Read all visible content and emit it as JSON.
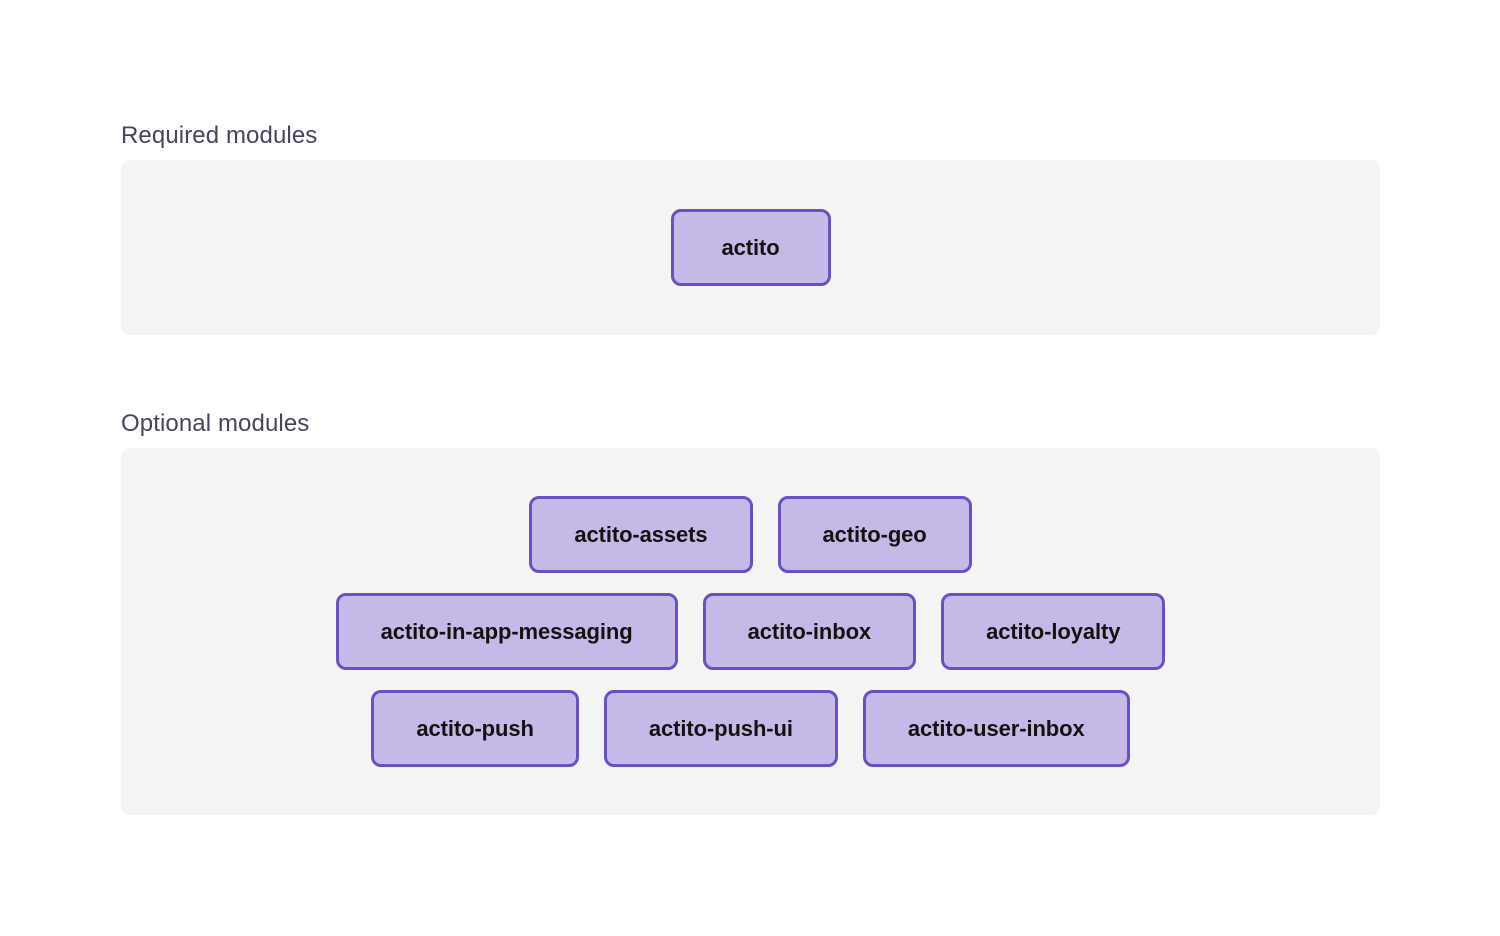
{
  "sections": [
    {
      "id": "required-modules",
      "title": "Required modules",
      "rows": [
        {
          "modules": [
            {
              "label": "actito"
            }
          ]
        }
      ]
    },
    {
      "id": "optional-modules",
      "title": "Optional modules",
      "rows": [
        {
          "modules": [
            {
              "label": "actito-assets"
            },
            {
              "label": "actito-geo"
            }
          ]
        },
        {
          "modules": [
            {
              "label": "actito-in-app-messaging"
            },
            {
              "label": "actito-inbox"
            },
            {
              "label": "actito-loyalty"
            }
          ]
        },
        {
          "modules": [
            {
              "label": "actito-push"
            },
            {
              "label": "actito-push-ui"
            },
            {
              "label": "actito-user-inbox"
            }
          ]
        }
      ]
    }
  ],
  "colors": {
    "page_background": "#ffffff",
    "panel_background": "#f4f4f4",
    "module_fill": "#c6b9e8",
    "module_border": "#6b4fc4",
    "module_text": "#121212",
    "heading_text": "#4a4458"
  }
}
